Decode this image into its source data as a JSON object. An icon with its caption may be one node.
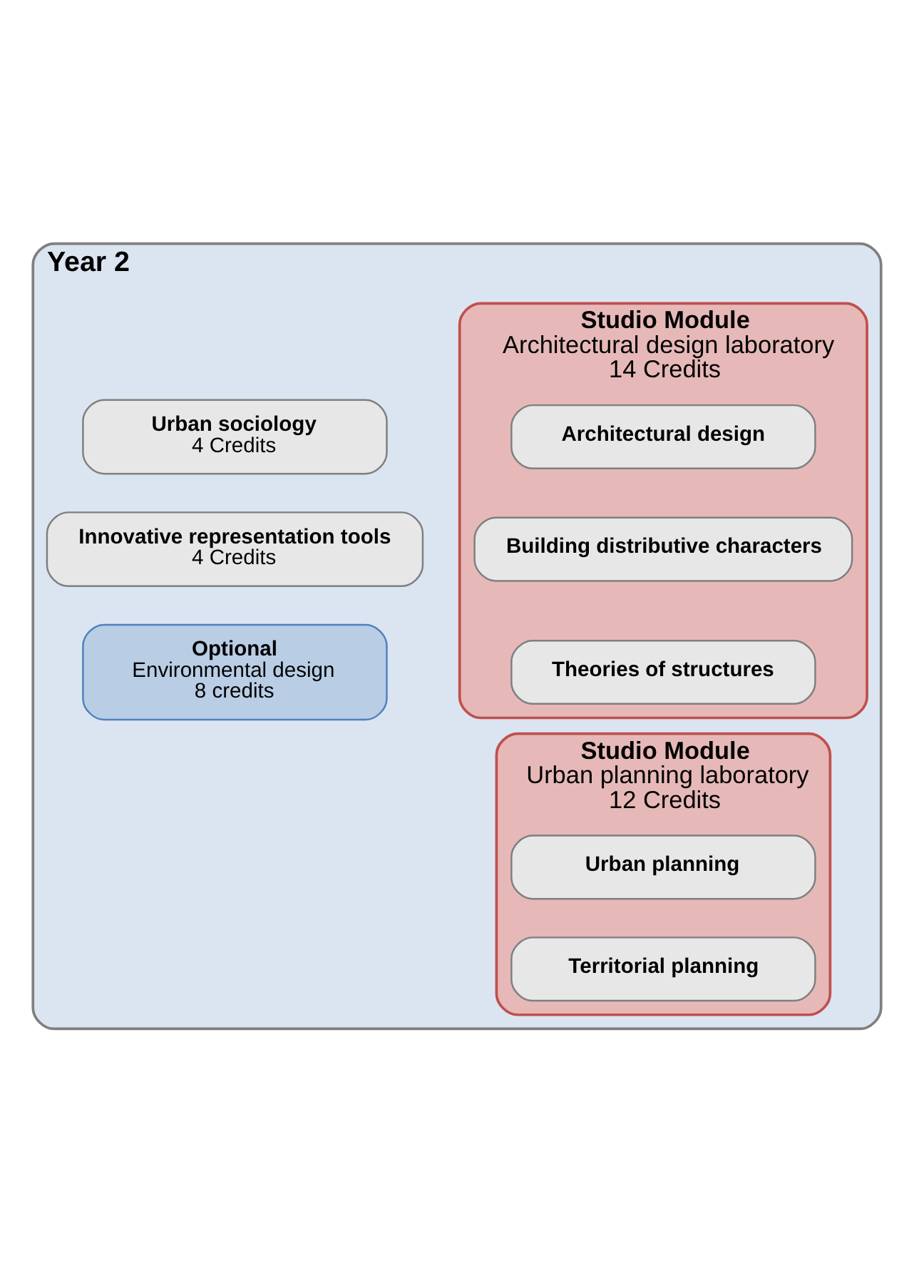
{
  "diagram": {
    "nodes": [
      {
        "text": [
          "Year 2"
        ]
      },
      {
        "text": [
          "Urban sociology",
          "4 Credits"
        ],
        "in": 0
      },
      {
        "text": [
          "Innovative representation tools",
          "4 Credits"
        ],
        "in": 0
      },
      {
        "text": [
          "Studio Module",
          "Architectural design laboratory",
          "14 Credits"
        ],
        "in": 0
      },
      {
        "text": [
          "Architectural design"
        ],
        "in": 3
      },
      {
        "text": [
          "Building distributive characters"
        ],
        "in": 3
      },
      {
        "text": [
          "Theories of structures"
        ],
        "in": 3
      },
      {
        "text": [
          "Optional",
          "Environmental design",
          "8 credits"
        ],
        "in": 0
      },
      {
        "text": [
          "Studio Module",
          "Urban planning laboratory",
          "12 Credits"
        ],
        "in": 0
      },
      {
        "text": [
          "Urban planning"
        ],
        "in": 8
      },
      {
        "text": [
          "Territorial planning"
        ],
        "in": 8
      }
    ],
    "edges": []
  }
}
